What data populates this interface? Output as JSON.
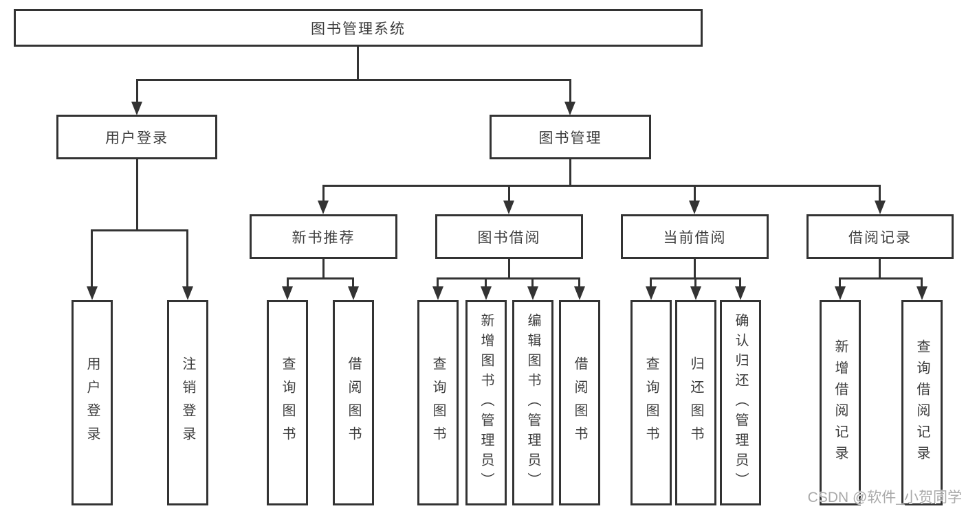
{
  "diagram": {
    "root": "图书管理系统",
    "branches": [
      {
        "label": "用户登录",
        "children": [
          {
            "label": "用户登录"
          },
          {
            "label": "注销登录"
          }
        ]
      },
      {
        "label": "图书管理",
        "children": [
          {
            "label": "新书推荐",
            "children": [
              {
                "label": "查询图书"
              },
              {
                "label": "借阅图书"
              }
            ]
          },
          {
            "label": "图书借阅",
            "children": [
              {
                "label": "查询图书"
              },
              {
                "label": "新增图书（管理员）"
              },
              {
                "label": "编辑图书（管理员）"
              },
              {
                "label": "借阅图书"
              }
            ]
          },
          {
            "label": "当前借阅",
            "children": [
              {
                "label": "查询图书"
              },
              {
                "label": "归还图书"
              },
              {
                "label": "确认归还（管理员）"
              }
            ]
          },
          {
            "label": "借阅记录",
            "children": [
              {
                "label": "新增借阅记录"
              },
              {
                "label": "查询借阅记录"
              }
            ]
          }
        ]
      }
    ],
    "watermark": "CSDN @软件_小贺同学"
  },
  "colors": {
    "line": "#333333",
    "text": "#3d3d3d",
    "background": "#ffffff",
    "watermark": "#a4a4a4"
  }
}
